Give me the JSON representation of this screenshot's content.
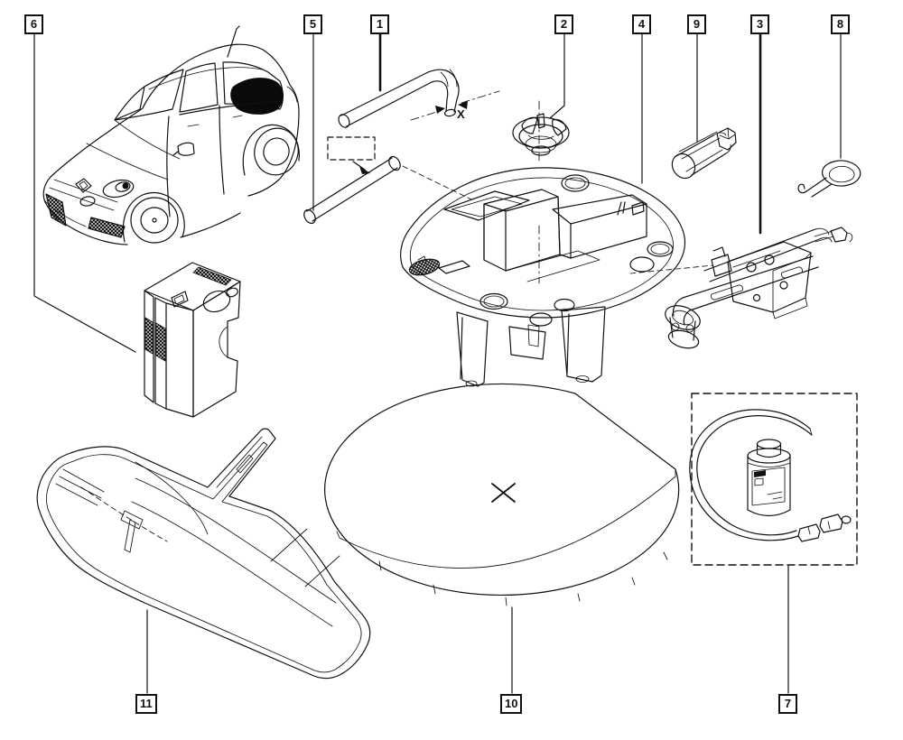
{
  "figure": {
    "background": "#ffffff",
    "line_color": "#111111"
  },
  "callouts": {
    "c1": {
      "label": "1",
      "part": "jack-crank-handle"
    },
    "c2": {
      "label": "2",
      "part": "spare-wheel-retaining-knob"
    },
    "c3": {
      "label": "3",
      "part": "scissor-jack"
    },
    "c4": {
      "label": "4",
      "part": "foam-tool-tray"
    },
    "c5": {
      "label": "5",
      "part": "extension-rod"
    },
    "c6": {
      "label": "6",
      "part": "air-compressor"
    },
    "c7": {
      "label": "7",
      "part": "tire-sealant-kit"
    },
    "c8": {
      "label": "8",
      "part": "removal-hook"
    },
    "c9": {
      "label": "9",
      "part": "socket-adapter"
    },
    "c10": {
      "label": "10",
      "part": "load-floor-disc"
    },
    "c11": {
      "label": "11",
      "part": "boot-floor-panel"
    }
  },
  "annotations": {
    "dimension_label": "X"
  }
}
